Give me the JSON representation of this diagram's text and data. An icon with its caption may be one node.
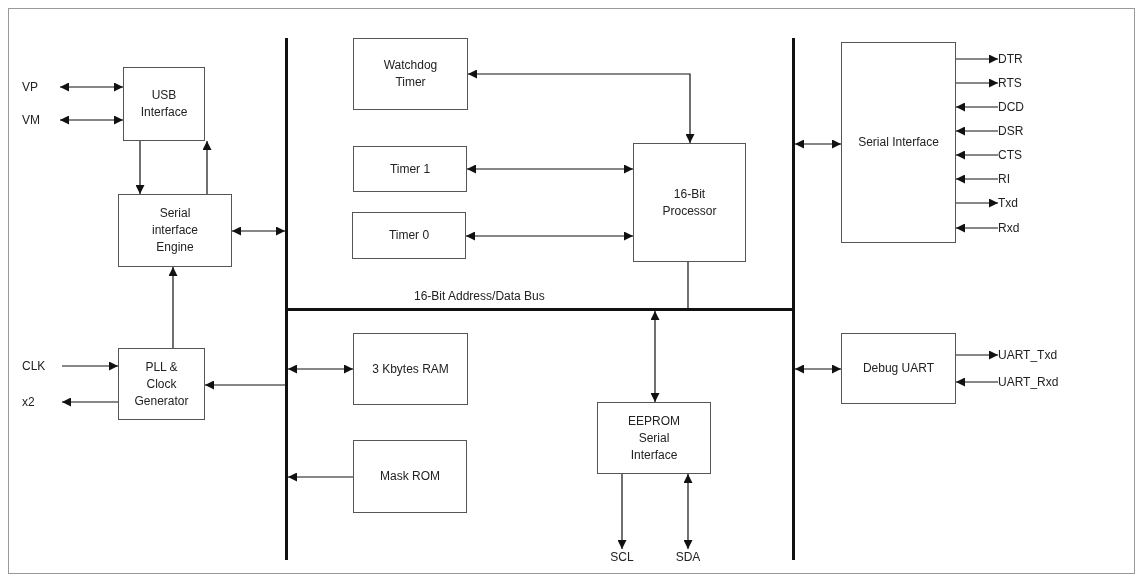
{
  "diagram": {
    "nodes": [
      {
        "text": [
          "USB Interface"
        ]
      },
      {
        "text": [
          "Serial interface Engine"
        ]
      },
      {
        "text": [
          "PLL & Clock Generator"
        ]
      },
      {
        "text": [
          "Watchdog Timer"
        ]
      },
      {
        "text": [
          "Timer 1"
        ]
      },
      {
        "text": [
          "Timer 0"
        ]
      },
      {
        "text": [
          "16-Bit Processor"
        ]
      },
      {
        "text": [
          "3 Kbytes RAM"
        ]
      },
      {
        "text": [
          "Mask ROM"
        ]
      },
      {
        "text": [
          "EEPROM Serial Interface"
        ]
      },
      {
        "text": [
          "Serial Interface"
        ]
      },
      {
        "text": [
          "Debug UART"
        ]
      },
      {
        "text": [],
        "shape": "bar"
      },
      {
        "text": [
          "16-Bit Address/Data Bus"
        ]
      },
      {
        "text": [],
        "shape": "bar"
      },
      {
        "text": [
          "VP"
        ]
      },
      {
        "text": [
          "VM"
        ]
      },
      {
        "text": [
          "CLK"
        ]
      },
      {
        "text": [
          "x2"
        ]
      },
      {
        "text": [
          "DTR"
        ]
      },
      {
        "text": [
          "RTS"
        ]
      },
      {
        "text": [
          "DCD"
        ]
      },
      {
        "text": [
          "DSR"
        ]
      },
      {
        "text": [
          "CTS"
        ]
      },
      {
        "text": [
          "RI"
        ]
      },
      {
        "text": [
          "Txd"
        ]
      },
      {
        "text": [
          "Rxd"
        ]
      },
      {
        "text": [
          "UART_Txd"
        ]
      },
      {
        "text": [
          "UART_Rxd"
        ]
      },
      {
        "text": [
          "SCL"
        ]
      },
      {
        "text": [
          "SDA"
        ]
      }
    ],
    "edges": [
      {
        "from": 15,
        "to": 0,
        "arrow": "both"
      },
      {
        "from": 16,
        "to": 0,
        "arrow": "both"
      },
      {
        "from": 0,
        "to": 1,
        "arrow": "to"
      },
      {
        "from": 1,
        "to": 0,
        "arrow": "to"
      },
      {
        "from": 1,
        "to": 12,
        "arrow": "both"
      },
      {
        "from": 2,
        "to": 1,
        "arrow": "to"
      },
      {
        "from": 17,
        "to": 2,
        "arrow": "to"
      },
      {
        "from": 2,
        "to": 18,
        "arrow": "to"
      },
      {
        "from": 12,
        "to": 2,
        "arrow": "to"
      },
      {
        "from": 3,
        "to": 6,
        "arrow": "both"
      },
      {
        "from": 4,
        "to": 6,
        "arrow": "both"
      },
      {
        "from": 5,
        "to": 6,
        "arrow": "both"
      },
      {
        "from": 6,
        "to": 13,
        "arrow": "none"
      },
      {
        "from": 12,
        "to": 7,
        "arrow": "both"
      },
      {
        "from": 8,
        "to": 12,
        "arrow": "to"
      },
      {
        "from": 13,
        "to": 9,
        "arrow": "both"
      },
      {
        "from": 9,
        "to": 29,
        "arrow": "to"
      },
      {
        "from": 9,
        "to": 30,
        "arrow": "both"
      },
      {
        "from": 14,
        "to": 10,
        "arrow": "both"
      },
      {
        "from": 10,
        "to": 19,
        "arrow": "to"
      },
      {
        "from": 10,
        "to": 20,
        "arrow": "to"
      },
      {
        "from": 21,
        "to": 10,
        "arrow": "to"
      },
      {
        "from": 22,
        "to": 10,
        "arrow": "to"
      },
      {
        "from": 23,
        "to": 10,
        "arrow": "to"
      },
      {
        "from": 24,
        "to": 10,
        "arrow": "to"
      },
      {
        "from": 10,
        "to": 25,
        "arrow": "to"
      },
      {
        "from": 26,
        "to": 10,
        "arrow": "to"
      },
      {
        "from": 14,
        "to": 11,
        "arrow": "both"
      },
      {
        "from": 11,
        "to": 27,
        "arrow": "to"
      },
      {
        "from": 28,
        "to": 11,
        "arrow": "to"
      }
    ]
  }
}
